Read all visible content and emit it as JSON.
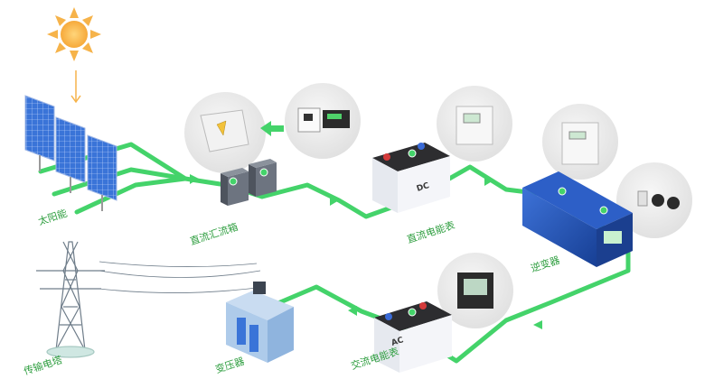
{
  "labels": {
    "solar_panel": "太阳能",
    "dc_combiner": "直流汇流箱",
    "dc_meter": "直流电能表",
    "inverter": "逆变器",
    "transmission_tower": "传输电塔",
    "transformer": "变压器",
    "ac_meter": "交流电能表"
  },
  "device_marks": {
    "dc": "DC",
    "ac": "AC"
  },
  "colors": {
    "line": "#44d36a",
    "label": "#2e9e3f",
    "sun": "#f6b34a",
    "panel": "#2e63c7",
    "inverter": "#1f4fae",
    "bubble": "#ececec"
  }
}
